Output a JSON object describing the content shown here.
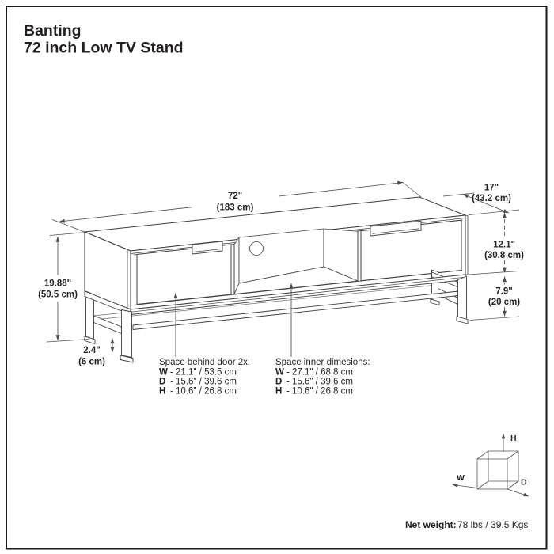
{
  "page": {
    "background": "#ffffff",
    "border_color": "#1a1a1a",
    "line_color": "#3f3f3f",
    "dim_color": "#4d4d4d",
    "text_color": "#231f20"
  },
  "title": {
    "line1": "Banting",
    "line2": "72 inch Low TV Stand"
  },
  "dimensions": {
    "width": {
      "inches": "72\"",
      "cm": "(183 cm)"
    },
    "depth": {
      "inches": "17\"",
      "cm": "(43.2 cm)"
    },
    "cabinet_height": {
      "inches": "12.1\"",
      "cm": "(30.8 cm)"
    },
    "base_height": {
      "inches": "7.9\"",
      "cm": "(20 cm)"
    },
    "total_height": {
      "inches": "19.88\"",
      "cm": "(50.5 cm)"
    },
    "leg_clearance": {
      "inches": "2.4\"",
      "cm": "(6 cm)"
    }
  },
  "specs": {
    "behind_door": {
      "title": "Space behind door 2x:",
      "rows": [
        {
          "label": "W",
          "value": "- 21.1\" / 53.5 cm"
        },
        {
          "label": "D",
          "value": "- 15.6\" / 39.6 cm"
        },
        {
          "label": "H",
          "value": "- 10.6\" / 26.8 cm"
        }
      ]
    },
    "inner": {
      "title": "Space inner dimesions:",
      "rows": [
        {
          "label": "W",
          "value": "- 27.1\" / 68.8 cm"
        },
        {
          "label": "D",
          "value": "- 15.6\" / 39.6 cm"
        },
        {
          "label": "H",
          "value": "- 10.6\" / 26.8 cm"
        }
      ]
    }
  },
  "axis_cube": {
    "h": "H",
    "w": "W",
    "d": "D"
  },
  "net_weight": {
    "label": "Net weight:",
    "value": "78 lbs / 39.5 Kgs"
  }
}
